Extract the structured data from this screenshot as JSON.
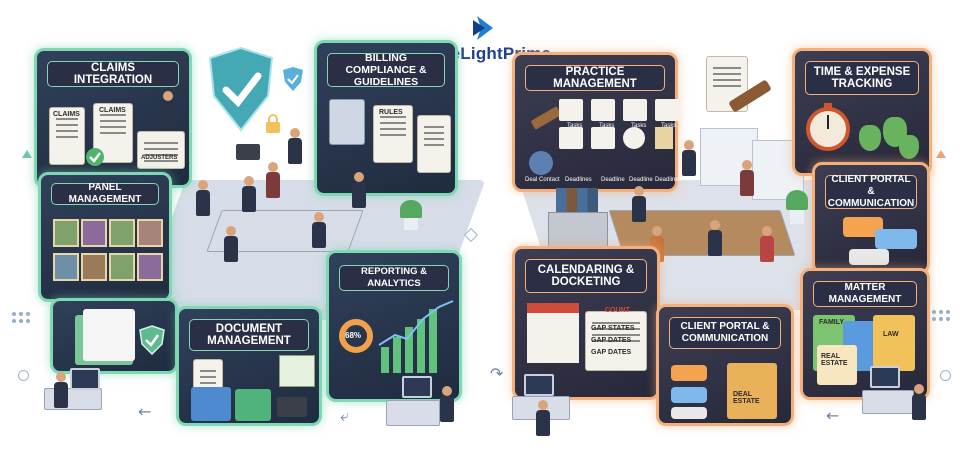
{
  "logo": {
    "text_a": "PageLight",
    "text_b": "Prime"
  },
  "left_panels": {
    "claims_integration": {
      "title": "Claims Integration",
      "doc_a": "Claims",
      "doc_b": "Claims",
      "doc_c": "Adjusters"
    },
    "panel_management": {
      "title": "Panel Management"
    },
    "billing_compliance": {
      "title": "Billing Compliance & Guidelines",
      "doc_a": "Rules"
    },
    "reporting_analytics": {
      "title": "Reporting & Analytics",
      "pct": "68%"
    },
    "document_management": {
      "title": "Document Management"
    }
  },
  "right_panels": {
    "practice_management": {
      "title": "Practice Management",
      "labels": [
        "Tasks",
        "Tasks",
        "Tasks",
        "Tasks",
        "Deal Contact",
        "Deadlines",
        "Deadline",
        "Deadline",
        "Deadlines"
      ]
    },
    "time_expense": {
      "title": "Time & Expense Tracking"
    },
    "client_portal_top": {
      "title": "Client Portal & Communication"
    },
    "calendaring": {
      "title": "Calendaring & Docketing",
      "labels": [
        "COUNT",
        "GAP STATES",
        "GAP DATES",
        "GAP DATES"
      ]
    },
    "client_portal_bottom": {
      "title": "Client Portal & Communication",
      "folder": "Deal Estate"
    },
    "matter_management": {
      "title": "Matter Management",
      "folder_a": "Family",
      "folder_b": "Real Estate",
      "folder_c": "Law"
    }
  },
  "colors": {
    "green_glow": "#7fd7b4",
    "orange_glow": "#f3b07c",
    "navy": "#1f3f8f",
    "panel_dark": "#2b2f46"
  }
}
